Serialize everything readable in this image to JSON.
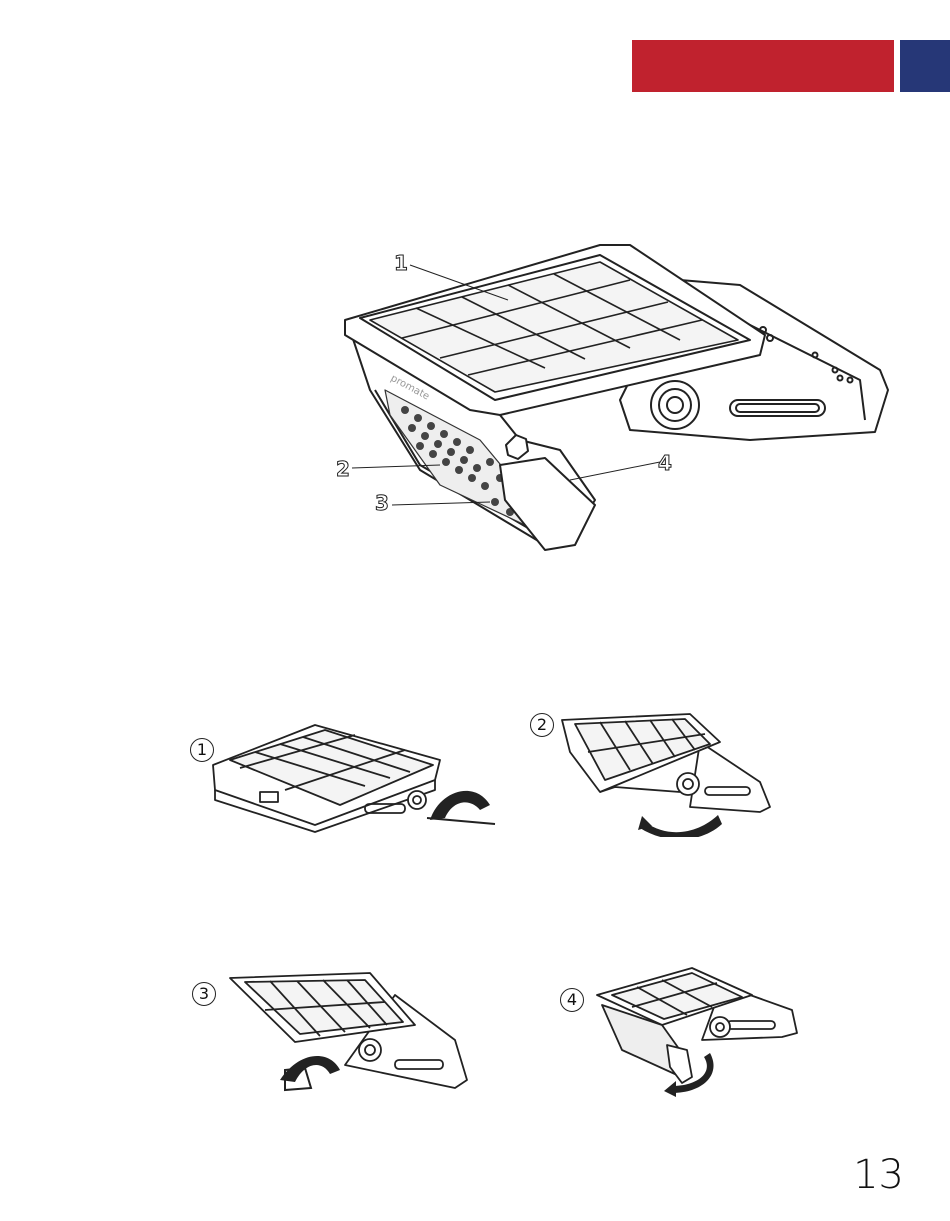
{
  "header": {
    "red_color": "#c0222e",
    "blue_color": "#263777"
  },
  "main_figure": {
    "brand_logo_text": "promate",
    "callouts": [
      "1",
      "2",
      "3",
      "4"
    ]
  },
  "steps": [
    {
      "number": "1"
    },
    {
      "number": "2"
    },
    {
      "number": "3"
    },
    {
      "number": "4"
    }
  ],
  "page_number": "13"
}
